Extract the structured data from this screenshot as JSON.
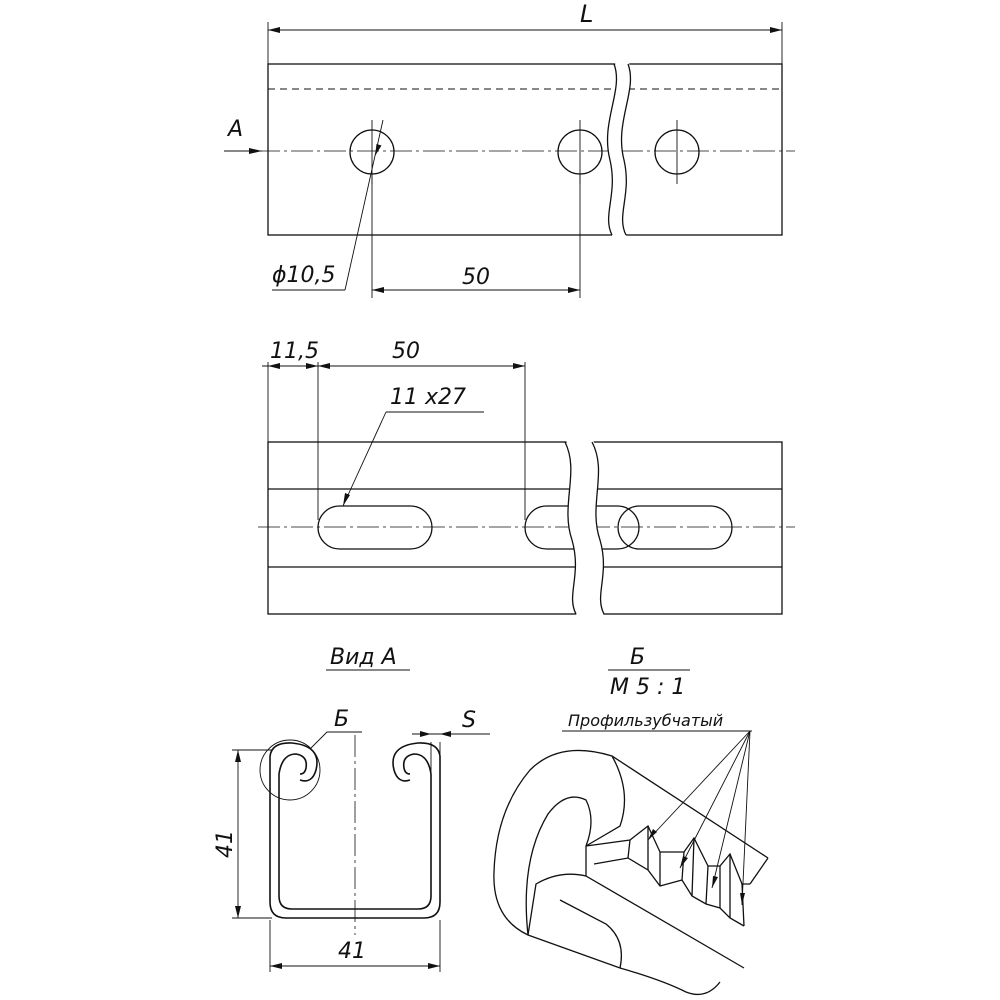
{
  "labels": {
    "length": "L",
    "view_arrow": "A",
    "hole_diameter": "ϕ10,5",
    "hole_pitch_top": "50",
    "slot_offset": "11,5",
    "slot_pitch": "50",
    "slot_size": "11 x27",
    "view_title": "Вид А",
    "detail_ref": "Б",
    "thickness": "S",
    "height": "41",
    "width": "41",
    "detail_title": "Б",
    "detail_scale": "М 5 : 1",
    "tooth_profile": "Профильзубчатый"
  }
}
